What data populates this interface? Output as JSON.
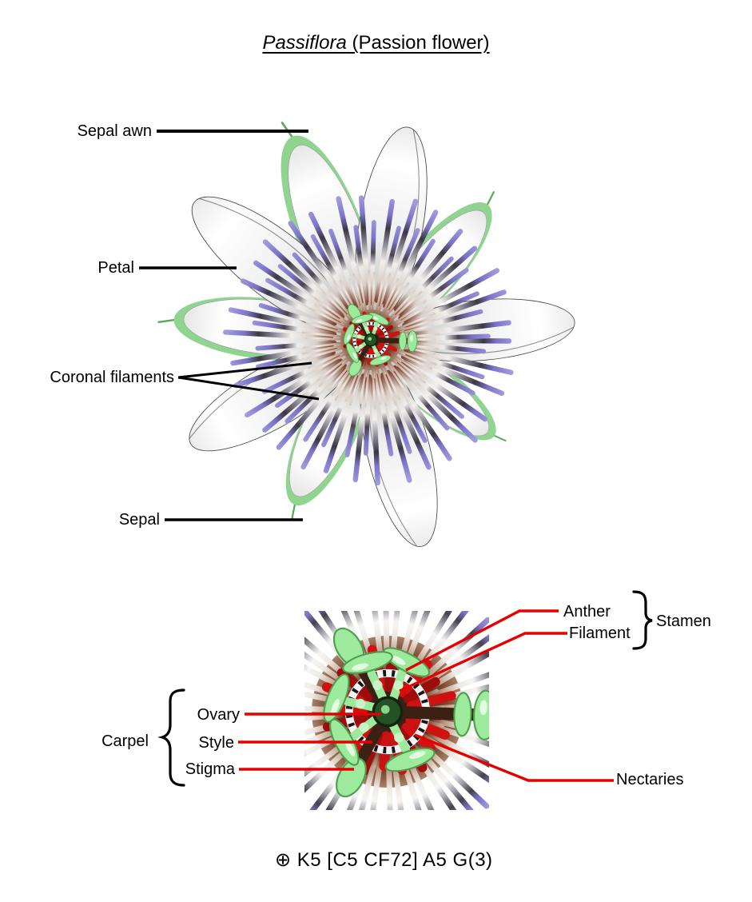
{
  "title": {
    "genus_italic": "Passiflora",
    "rest": " (Passion flower)"
  },
  "whole_flower_diagram": {
    "labels": {
      "sepal_awn": "Sepal awn",
      "petal": "Petal",
      "coronal_filaments": "Coronal filaments",
      "sepal": "Sepal"
    }
  },
  "closeup_diagram": {
    "labels": {
      "anther": "Anther",
      "filament": "Filament",
      "stamen": "Stamen",
      "carpel": "Carpel",
      "ovary": "Ovary",
      "style": "Style",
      "stigma": "Stigma",
      "nectaries": "Nectaries"
    }
  },
  "floral_formula": "⊕ K5 [C5 CF72] A5 G(3)",
  "colors": {
    "leader_black": "#000000",
    "leader_red": "#e60000",
    "corona_purple": "#7b74c8",
    "corona_purple_light": "#a09ade",
    "stamen_green": "#9dea9d",
    "sepal_green": "#8fd48f",
    "nectary_red": "#cf1111",
    "style_brown": "#3a2114",
    "ovary_green": "#245224"
  }
}
